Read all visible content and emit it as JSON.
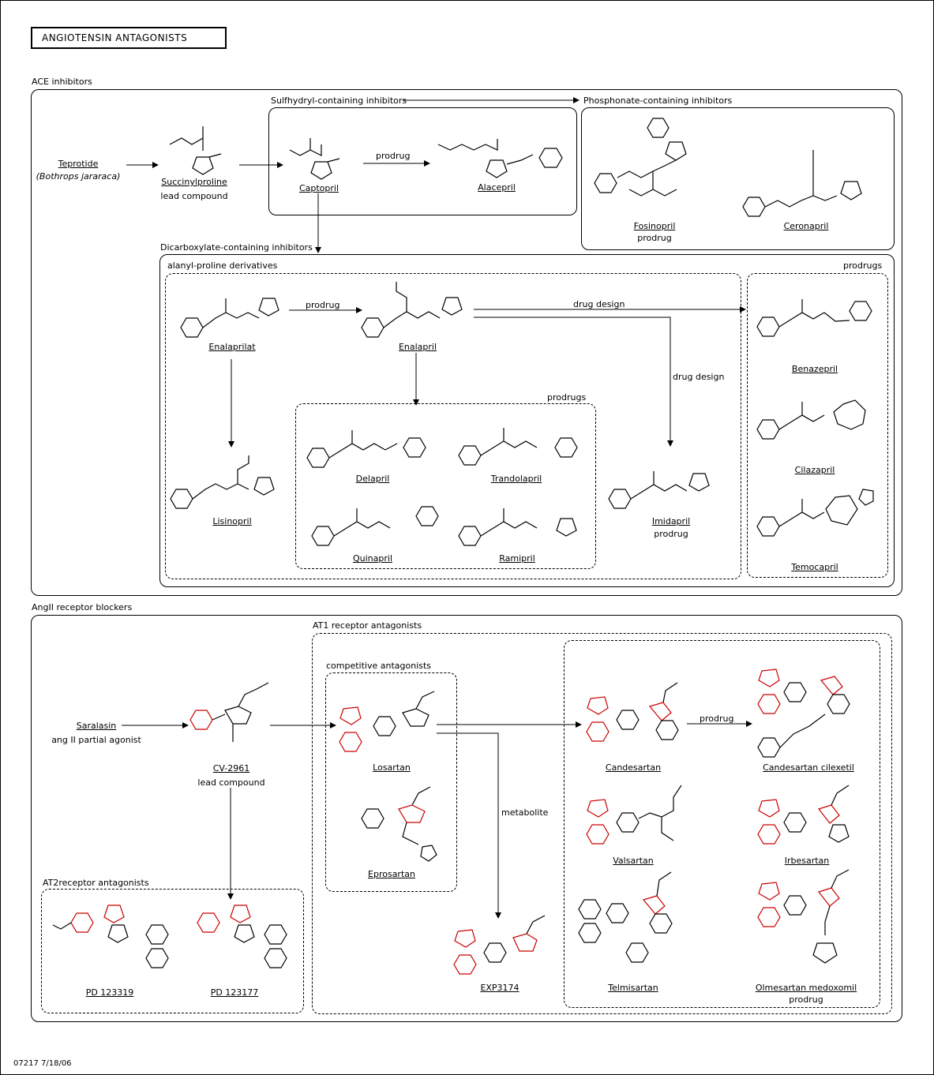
{
  "title": "ANGIOTENSIN ANTAGONISTS",
  "footer": "07217 7/18/06",
  "sections": {
    "ace": "ACE inhibitors",
    "arb": "AngII receptor blockers"
  },
  "groups": {
    "sulfhydryl": "Sulfhydryl-containing inhibitors",
    "phosphonate": "Phosphonate-containing inhibitors",
    "dicarboxylate": "Dicarboxylate-containing inhibitors",
    "alanyl_proline": "alanyl-proline derivatives",
    "prodrugs_right": "prodrugs",
    "prodrugs_inner": "prodrugs",
    "at1": "AT1 receptor antagonists",
    "competitive": "competitive antagonists",
    "at2": "AT2receptor antagonists"
  },
  "arrow_labels": {
    "prodrug_captopril": "prodrug",
    "prodrug_enalaprilat": "prodrug",
    "drug_design_1": "drug design",
    "drug_design_2": "drug design",
    "metabolite": "metabolite",
    "prodrug_candesartan": "prodrug"
  },
  "compounds": {
    "teprotide": "Teprotide",
    "teprotide_sub": "(Bothrops jararaca)",
    "succinylproline": "Succinylproline",
    "succinylproline_sub": "lead compound",
    "captopril": "Captopril",
    "alacepril": "Alacepril",
    "fosinopril": "Fosinopril",
    "fosinopril_sub": "prodrug",
    "ceronapril": "Ceronapril",
    "enalaprilat": "Enalaprilat",
    "enalapril": "Enalapril",
    "lisinopril": "Lisinopril",
    "delapril": "Delapril",
    "trandolapril": "Trandolapril",
    "quinapril": "Quinapril",
    "ramipril": "Ramipril",
    "imidapril": "Imidapril",
    "imidapril_sub": "prodrug",
    "benazepril": "Benazepril",
    "cilazapril": "Cilazapril",
    "temocapril": "Temocapril",
    "saralasin": "Saralasin",
    "saralasin_sub": "ang II partial agonist",
    "cv2961": "CV-2961",
    "cv2961_sub": "lead compound",
    "losartan": "Losartan",
    "eprosartan": "Eprosartan",
    "exp3174": "EXP3174",
    "candesartan": "Candesartan",
    "candesartan_cilexetil": "Candesartan cilexetil",
    "valsartan": "Valsartan",
    "irbesartan": "Irbesartan",
    "telmisartan": "Telmisartan",
    "olmesartan": "Olmesartan medoxomil",
    "olmesartan_sub": "prodrug",
    "pd123319": "PD 123319",
    "pd123177": "PD 123177"
  },
  "colors": {
    "line": "#000000",
    "highlight": "#cc0000"
  }
}
